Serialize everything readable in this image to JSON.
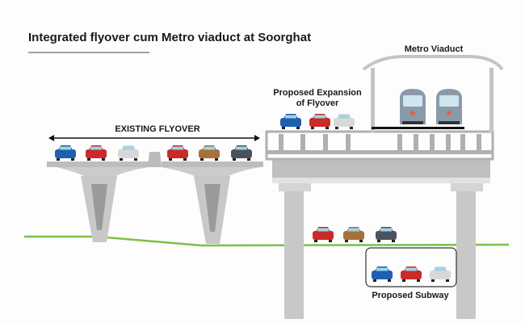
{
  "title": "Integrated flyover cum Metro viaduct at Soorghat",
  "labels": {
    "existing_flyover": "EXISTING FLYOVER",
    "proposed_expansion_line1": "Proposed Expansion",
    "proposed_expansion_line2": "of Flyover",
    "metro_viaduct": "Metro Viaduct",
    "proposed_subway": "Proposed Subway"
  },
  "colors": {
    "structure": "#c8c8c8",
    "structure_dark": "#9a9a9a",
    "ground": "#7cc04a",
    "train": "#8a9aa8",
    "cars_existing": [
      "#1f5fb0",
      "#c92a2a",
      "#d8d8d8",
      "#c92a2a",
      "#a7703a",
      "#4a5260"
    ],
    "cars_expansion": [
      "#1f5fb0",
      "#c92a2a",
      "#d8d8d8"
    ],
    "cars_ground": [
      "#c92a2a",
      "#a7703a",
      "#4a5260"
    ],
    "cars_subway": [
      "#1f5fb0",
      "#c92a2a",
      "#d8d8d8"
    ]
  }
}
